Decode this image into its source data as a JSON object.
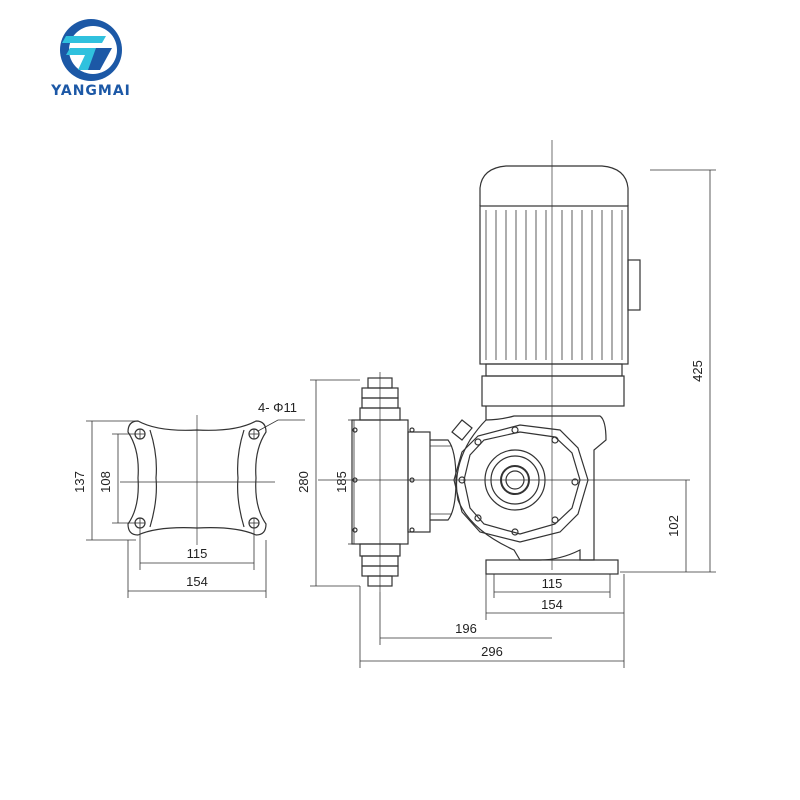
{
  "brand": {
    "name": "YANGMAI",
    "color_primary": "#1c58a6",
    "color_accent": "#30c1de"
  },
  "dimensions": {
    "flange_holes": "4- Φ11",
    "flange_height_outer": "137",
    "flange_height_inner": "108",
    "flange_width_inner": "115",
    "flange_width_outer": "154",
    "pump_head_height": "280",
    "pump_head_inner": "185",
    "total_height": "425",
    "shaft_height": "102",
    "base_inner": "115",
    "base_outer": "154",
    "head_to_axis": "196",
    "total_length": "296"
  }
}
